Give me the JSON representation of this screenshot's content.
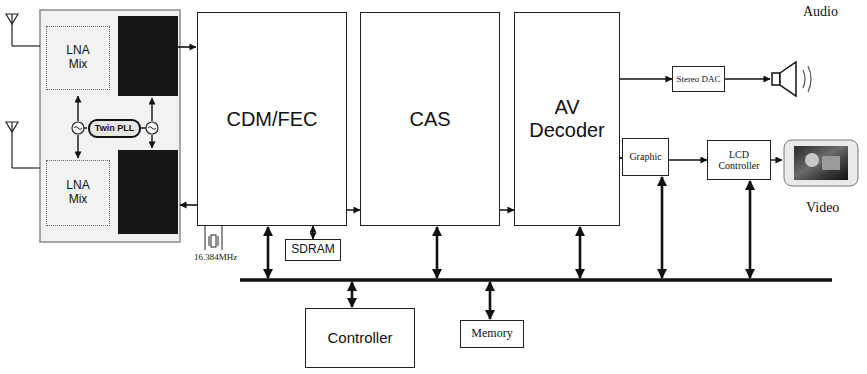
{
  "diagram": {
    "nodes": [
      {
        "text": [
          "LNA Mix"
        ]
      },
      {
        "text": [
          "Twin PLL"
        ]
      },
      {
        "text": [
          "LNA Mix"
        ]
      },
      {
        "text": [
          "CDM/FEC"
        ]
      },
      {
        "text": [
          "SDRAM"
        ]
      },
      {
        "text": [
          "CAS"
        ]
      },
      {
        "text": [
          "AV Decoder"
        ]
      },
      {
        "text": [
          "Stereo DAC"
        ]
      },
      {
        "text": [
          "Graphic"
        ]
      },
      {
        "text": [
          "LCD Controller"
        ]
      },
      {
        "text": [
          "Controller"
        ]
      },
      {
        "text": [
          "Memory"
        ]
      }
    ],
    "edges": [
      {
        "from": 3,
        "to": 5,
        "arrow": "to"
      },
      {
        "from": 5,
        "to": 6,
        "arrow": "to"
      },
      {
        "from": 6,
        "to": 7,
        "arrow": "to"
      },
      {
        "from": 6,
        "to": 8,
        "arrow": "to"
      },
      {
        "from": 8,
        "to": 9,
        "arrow": "to"
      },
      {
        "from": 3,
        "to": 4,
        "arrow": "both"
      }
    ],
    "labels": [
      "16.384MHz",
      "Audio",
      "Video"
    ]
  }
}
